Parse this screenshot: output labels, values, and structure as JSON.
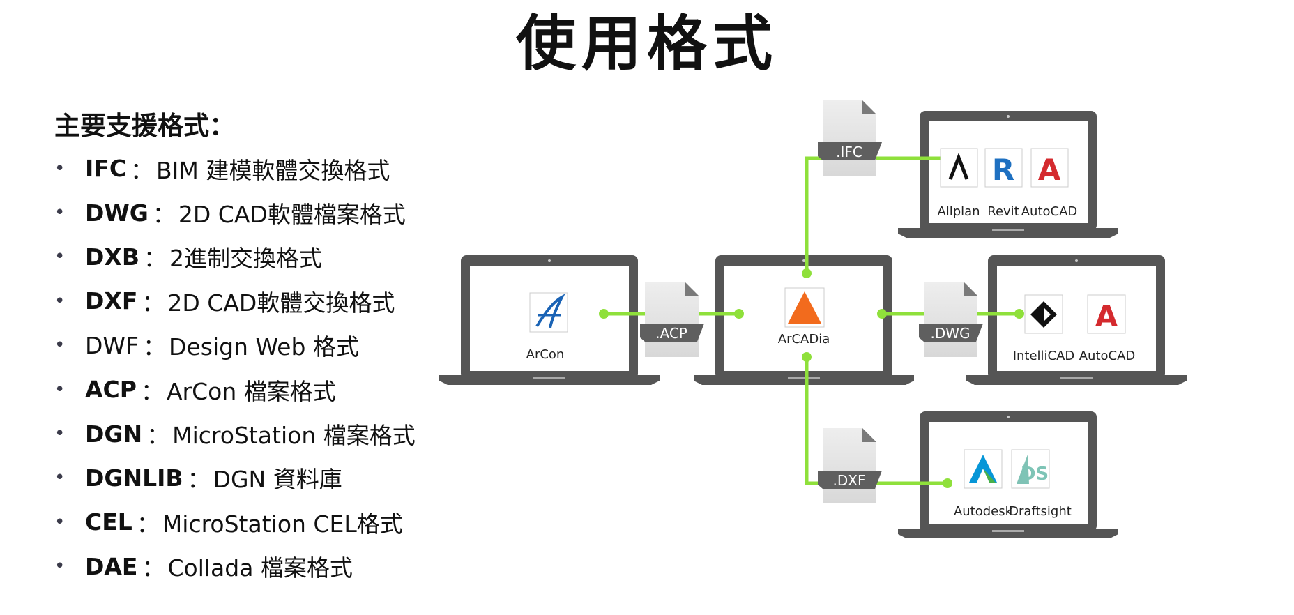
{
  "title": "使用格式",
  "subtitle": "主要支援格式：",
  "formats": [
    {
      "code": "IFC",
      "desc": "BIM 建模軟體交換格式",
      "bold": true
    },
    {
      "code": "DWG",
      "desc": "2D CAD軟體檔案格式",
      "bold": true
    },
    {
      "code": "DXB",
      "desc": "2進制交換格式",
      "bold": true
    },
    {
      "code": "DXF",
      "desc": "2D CAD軟體交換格式",
      "bold": true
    },
    {
      "code": "DWF",
      "desc": "Design Web 格式",
      "bold": false
    },
    {
      "code": "ACP",
      "desc": "ArCon 檔案格式",
      "bold": true
    },
    {
      "code": "DGN",
      "desc": "MicroStation 檔案格式",
      "bold": true
    },
    {
      "code": "DGNLIB",
      "desc": "DGN 資料庫",
      "bold": true
    },
    {
      "code": "CEL",
      "desc": " MicroStation CEL格式",
      "bold": true
    },
    {
      "code": "DAE",
      "desc": "Collada 檔案格式",
      "bold": true
    }
  ],
  "separator": "：",
  "bullet": "•",
  "diagram": {
    "nodes": {
      "arcon": "ArCon",
      "arcadia": "ArCADia",
      "ifc_apps": [
        "Allplan",
        "Revit",
        "AutoCAD"
      ],
      "dwg_apps": [
        "IntelliCAD",
        "AutoCAD"
      ],
      "dxf_apps": [
        "Autodesk",
        "Draftsight"
      ]
    },
    "file_tags": {
      "acp": ".ACP",
      "ifc": ".IFC",
      "dwg": ".DWG",
      "dxf": ".DXF"
    },
    "icons": {
      "arcon": "arcon-logo-icon",
      "arcadia": "arcadia-logo-icon",
      "allplan": "allplan-logo-icon",
      "revit": "revit-logo-icon",
      "autocad": "autocad-logo-icon",
      "intellicad": "intellicad-logo-icon",
      "autodesk": "autodesk-logo-icon",
      "draftsight": "draftsight-logo-icon"
    },
    "colors": {
      "connector": "#8FE03B",
      "laptop": "#555555",
      "screen": "#ffffff",
      "file": "#e6e6e6",
      "tag": "#5f5f5f",
      "autocad_red": "#D42A2E",
      "revit_blue": "#1E70C1",
      "arcadia_orange": "#F26B1D",
      "autodesk_teal": "#0696D7"
    }
  }
}
